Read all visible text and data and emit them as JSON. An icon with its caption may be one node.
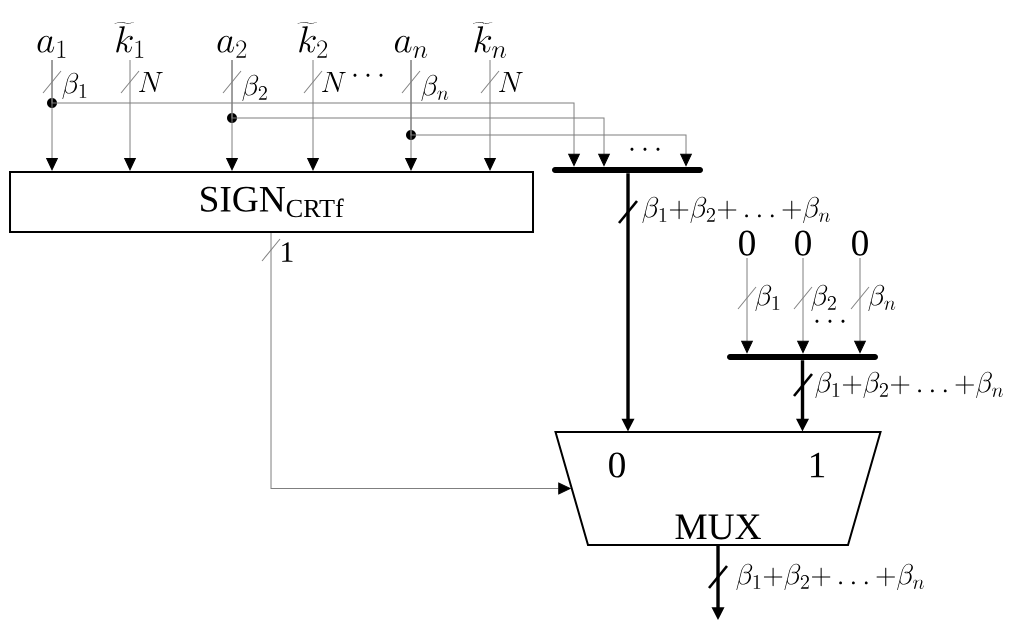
{
  "diagram": {
    "nodes": [
      {
        "text": [
          "a_1"
        ]
      },
      {
        "text": [
          "\\widetilde{k}_1"
        ]
      },
      {
        "text": [
          "a_2"
        ]
      },
      {
        "text": [
          "\\widetilde{k}_2"
        ]
      },
      {
        "text": [
          "a_n"
        ]
      },
      {
        "text": [
          "\\widetilde{k}_n"
        ]
      },
      {
        "text": [
          "SIGN$_{CRTf}$"
        ]
      },
      {
        "text": [],
        "shape": "bar"
      },
      {
        "text": [
          "0"
        ]
      },
      {
        "text": [
          "0"
        ]
      },
      {
        "text": [
          "0"
        ]
      },
      {
        "text": [],
        "shape": "bar"
      },
      {
        "text": [
          "0",
          "1",
          "MUX"
        ]
      }
    ],
    "edges": [
      {
        "from": 0,
        "to": 6,
        "arrow": "to",
        "label": "\\beta_1"
      },
      {
        "from": 1,
        "to": 6,
        "arrow": "to",
        "label": "N"
      },
      {
        "from": 2,
        "to": 6,
        "arrow": "to",
        "label": "\\beta_2"
      },
      {
        "from": 3,
        "to": 6,
        "arrow": "to",
        "label": "N"
      },
      {
        "from": 4,
        "to": 6,
        "arrow": "to",
        "label": "\\beta_n"
      },
      {
        "from": 5,
        "to": 6,
        "arrow": "to",
        "label": "N"
      },
      {
        "from": 0,
        "to": 7,
        "arrow": "to"
      },
      {
        "from": 2,
        "to": 7,
        "arrow": "to"
      },
      {
        "from": 4,
        "to": 7,
        "arrow": "to"
      },
      {
        "from": 6,
        "to": 12,
        "arrow": "to",
        "label": "1"
      },
      {
        "from": 7,
        "to": 12,
        "arrow": "to",
        "label": "\\beta_1{+}\\beta_2{+}\\ldots{+}\\beta_n",
        "style": "thick",
        "color": "#000000"
      },
      {
        "from": 8,
        "to": 11,
        "arrow": "to",
        "label": "\\beta_1"
      },
      {
        "from": 9,
        "to": 11,
        "arrow": "to",
        "label": "\\beta_2"
      },
      {
        "from": 10,
        "to": 11,
        "arrow": "to",
        "label": "\\beta_n"
      },
      {
        "from": 11,
        "to": 12,
        "arrow": "to",
        "label": "\\beta_1{+}\\beta_2{+}\\ldots{+}\\beta_n",
        "style": "thick",
        "color": "#000000"
      },
      {
        "from": 12,
        "to": null,
        "arrow": "to",
        "label": "\\beta_1{+}\\beta_2{+}\\ldots{+}\\beta_n",
        "style": "thick",
        "color": "#000000"
      }
    ],
    "labels": [
      "\\cdots",
      "\\cdots",
      "\\cdots"
    ]
  }
}
